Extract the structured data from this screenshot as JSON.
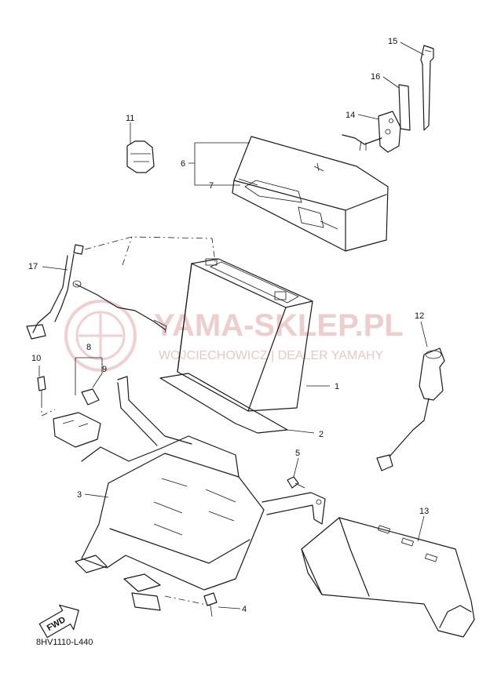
{
  "watermark": {
    "title": "YAMA-SKLEP.PL",
    "subtitle": "WOJCIECHOWICZ | DEALER YAMAHY",
    "color": "#e6b8b8"
  },
  "drawing_code": "8HV1110-L440",
  "fwd_label": "FWD",
  "callouts": {
    "c1": "1",
    "c2": "2",
    "c3": "3",
    "c4": "4",
    "c5": "5",
    "c6": "6",
    "c7": "7",
    "c8": "8",
    "c9": "9",
    "c10": "10",
    "c11": "11",
    "c12": "12",
    "c13": "13",
    "c14": "14",
    "c15": "15",
    "c16": "16",
    "c17": "17"
  }
}
